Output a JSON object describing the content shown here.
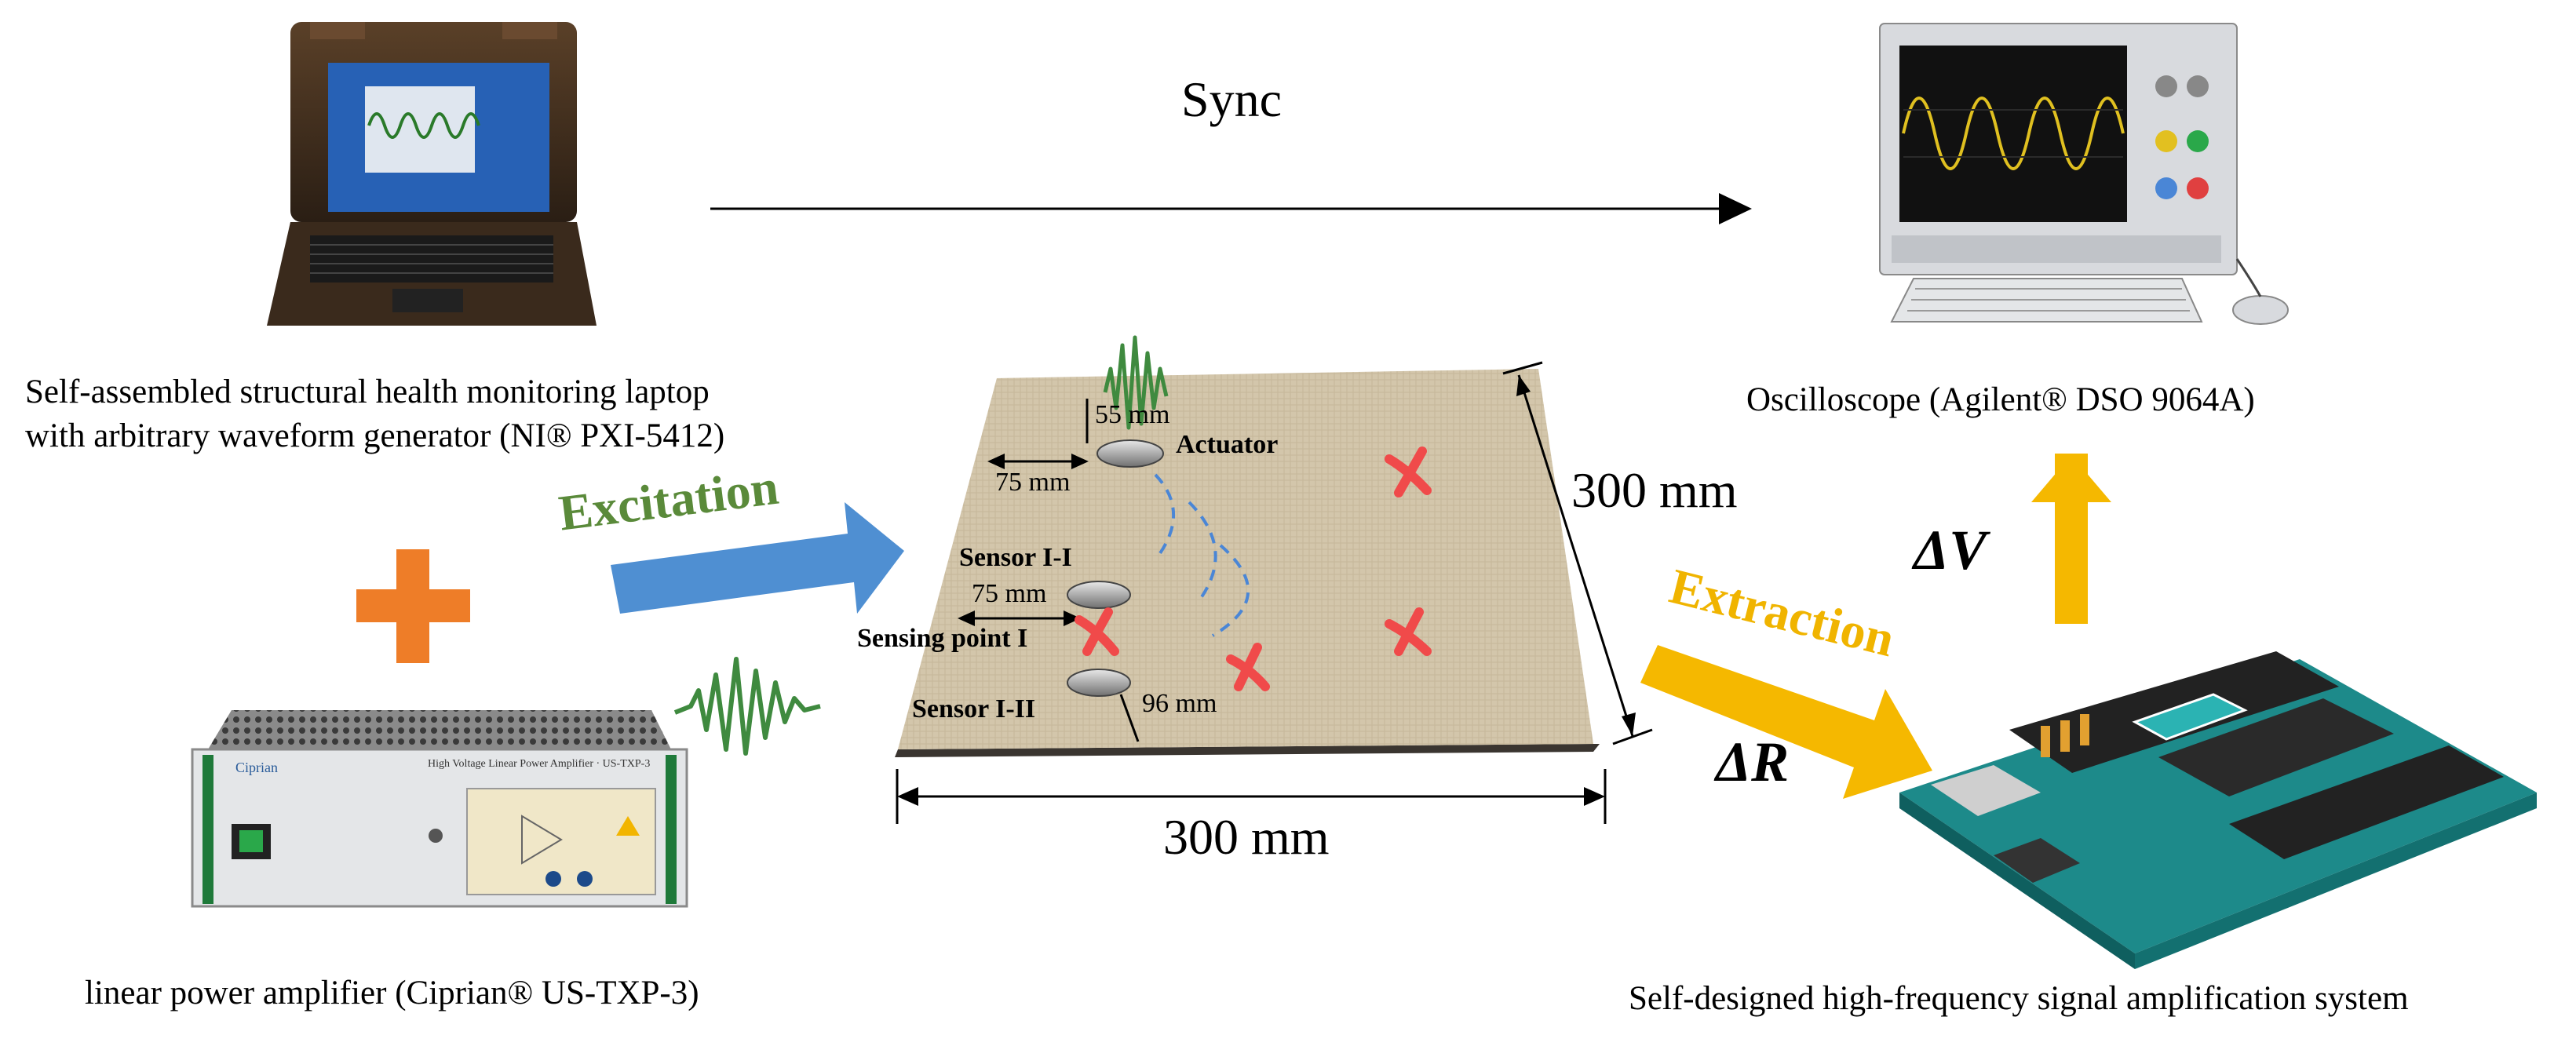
{
  "sync_label": "Sync",
  "laptop": {
    "caption_line1": "Self-assembled structural health monitoring laptop",
    "caption_line2": "with arbitrary waveform generator (NI® PXI-5412)"
  },
  "amplifier": {
    "caption": "linear power amplifier (Ciprian® US-TXP-3)",
    "brand_text": "Ciprian",
    "panel_title": "High Voltage Linear Power Amplifier · US-TXP-3"
  },
  "oscilloscope": {
    "caption": "Oscilloscope (Agilent® DSO 9064A)"
  },
  "board": {
    "caption": "Self-designed high-frequency signal amplification system"
  },
  "excitation_label": "Excitation",
  "extraction_label": "Extraction",
  "delta_v": "ΔV",
  "delta_r": "ΔR",
  "plate": {
    "dim_55": "55 mm",
    "dim_75_top": "75 mm",
    "actuator": "Actuator",
    "sensor_1": "Sensor I-I",
    "dim_75_mid": "75 mm",
    "sensing_point": "Sensing point I",
    "sensor_2": "Sensor I-II",
    "dim_96": "96 mm",
    "side_300": "300 mm",
    "bottom_300": "300 mm"
  },
  "colors": {
    "excitation_arrow": "#4f8fd2",
    "excitation_text": "#5a8a3a",
    "extraction_arrow": "#f5b800",
    "extraction_text": "#f0b400",
    "plus": "#ee7d28",
    "damage_cross": "#f04a4a",
    "wave_green": "#3f8a3f",
    "ripple": "#4a86d6",
    "plate": "#cfc1a6"
  }
}
